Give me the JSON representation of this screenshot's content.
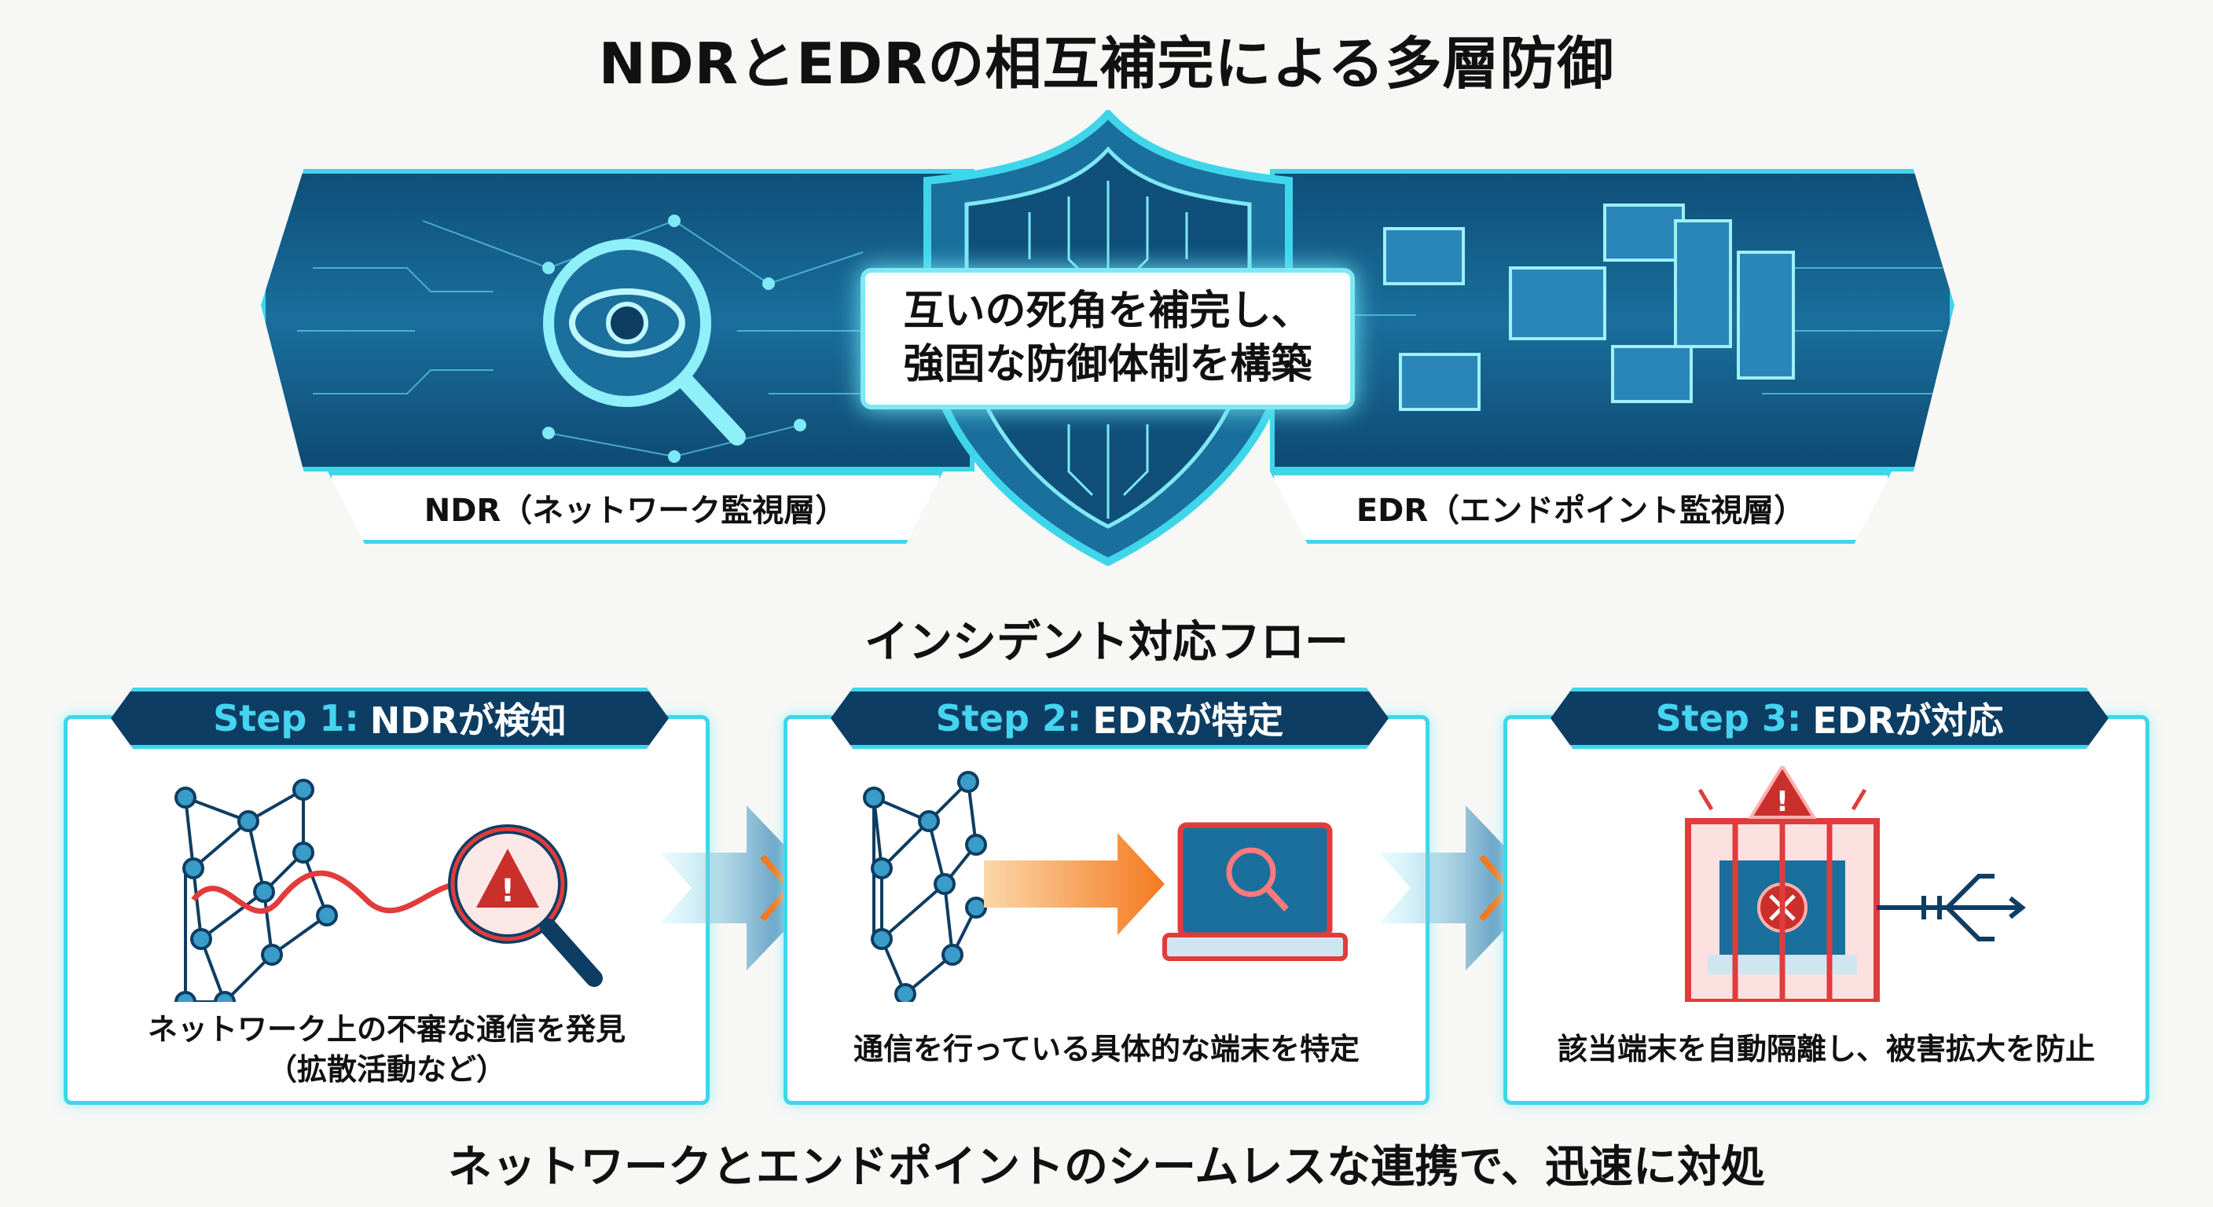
{
  "title": "NDRとEDRの相互補完による多層防御",
  "banner": {
    "center_lines": [
      "互いの死角を補完し、",
      "強固な防御体制を構築"
    ],
    "left_label": "NDR（ネットワーク監視層）",
    "right_label": "EDR（エンドポイント監視層）"
  },
  "flow": {
    "title": "インシデント対応フロー",
    "steps": [
      {
        "num": "Step 1:",
        "name": "NDRが検知",
        "desc": [
          "ネットワーク上の不審な通信を発見",
          "（拡散活動など）"
        ]
      },
      {
        "num": "Step 2:",
        "name": "EDRが特定",
        "desc": [
          "通信を行っている具体的な端末を特定"
        ]
      },
      {
        "num": "Step 3:",
        "name": "EDRが対応",
        "desc": [
          "該当端末を自動隔離し、被害拡大を防止"
        ]
      }
    ]
  },
  "footer": "ネットワークとエンドポイントのシームレスな連携で、迅速に対処",
  "colors": {
    "navy": "#0e3d63",
    "cyan": "#3fd6ea",
    "alert": "#e23b3b",
    "orange": "#f47a20"
  }
}
